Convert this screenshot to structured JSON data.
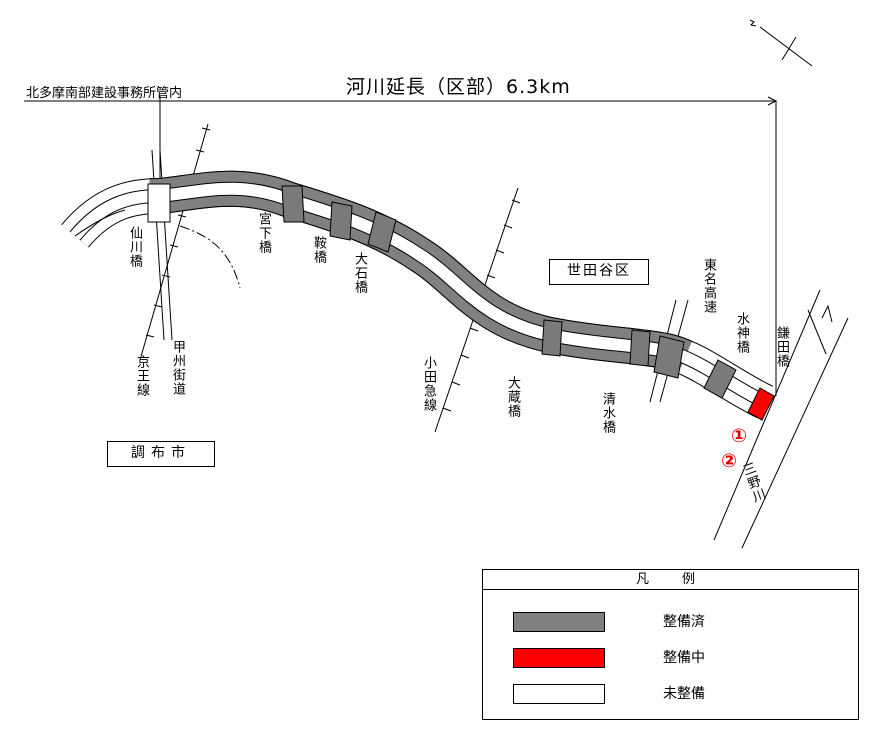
{
  "header": {
    "jurisdiction": "北多摩南部建設事務所管内",
    "river_length": "河川延長（区部）6.3km"
  },
  "areas": {
    "left": "調布市",
    "right": "世田谷区"
  },
  "bridges": {
    "senkawa": "仙川橋",
    "miyashita": "宮下橋",
    "kura": "鞍橋",
    "oishi": "大石橋",
    "okura": "大蔵橋",
    "shimizu": "清水橋",
    "suijin": "水神橋",
    "kamata": "鎌田橋"
  },
  "railways_roads": {
    "keio": "京王線",
    "koshu": "甲州街道",
    "odakyu": "小田急線",
    "tomei": "東名高速"
  },
  "river": {
    "tamagawa": "三野川"
  },
  "markers": [
    "①",
    "②"
  ],
  "legend": {
    "title": "凡　例",
    "items": [
      {
        "label": "整備済",
        "color": "#808080"
      },
      {
        "label": "整備中",
        "color": "#ff0000"
      },
      {
        "label": "未整備",
        "color": "#ffffff"
      }
    ]
  }
}
